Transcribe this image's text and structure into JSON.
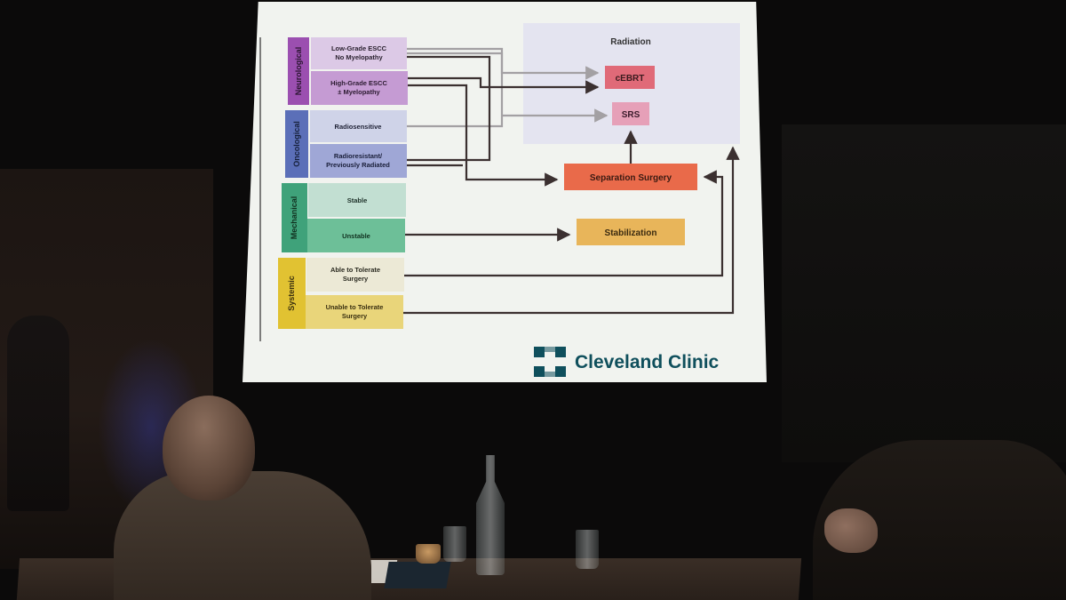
{
  "categories": [
    {
      "label": "Neurological",
      "color": "#9b4fb0"
    },
    {
      "label": "Oncological",
      "color": "#5b6fb8"
    },
    {
      "label": "Mechanical",
      "color": "#3fa27a"
    },
    {
      "label": "Systemic",
      "color": "#e1c232"
    }
  ],
  "criteria": [
    {
      "line1": "Low-Grade ESCC",
      "line2": "No Myelopathy",
      "color": "#dcc9e6"
    },
    {
      "line1": "High-Grade ESCC",
      "line2": "± Myelopathy",
      "color": "#c59bd3"
    },
    {
      "line1": "Radiosensitive",
      "line2": "",
      "color": "#cfd3e8"
    },
    {
      "line1": "Radioresistant/",
      "line2": "Previously Radiated",
      "color": "#9fa7d6"
    },
    {
      "line1": "Stable",
      "line2": "",
      "color": "#c2dfd2"
    },
    {
      "line1": "Unstable",
      "line2": "",
      "color": "#6dbf98"
    },
    {
      "line1": "Able to Tolerate",
      "line2": "Surgery",
      "color": "#ece9d6"
    },
    {
      "line1": "Unable to Tolerate",
      "line2": "Surgery",
      "color": "#e9d57a"
    }
  ],
  "radiation": {
    "title": "Radiation",
    "cebrt": "cEBRT",
    "srs": "SRS"
  },
  "separation_surgery": "Separation Surgery",
  "stabilization": "Stabilization",
  "logo": {
    "text": "Cleveland Clinic",
    "color": "#0f4f5c"
  },
  "colors": {
    "radiation_panel": "#e4e4f0",
    "cebrt_box": "#e06a78",
    "srs_box": "#e6a0b8",
    "separation_box": "#e96a4a",
    "stabilization_box": "#e8b55a",
    "arrow_dark": "#3b3030",
    "arrow_gray": "#a3a0a3"
  }
}
